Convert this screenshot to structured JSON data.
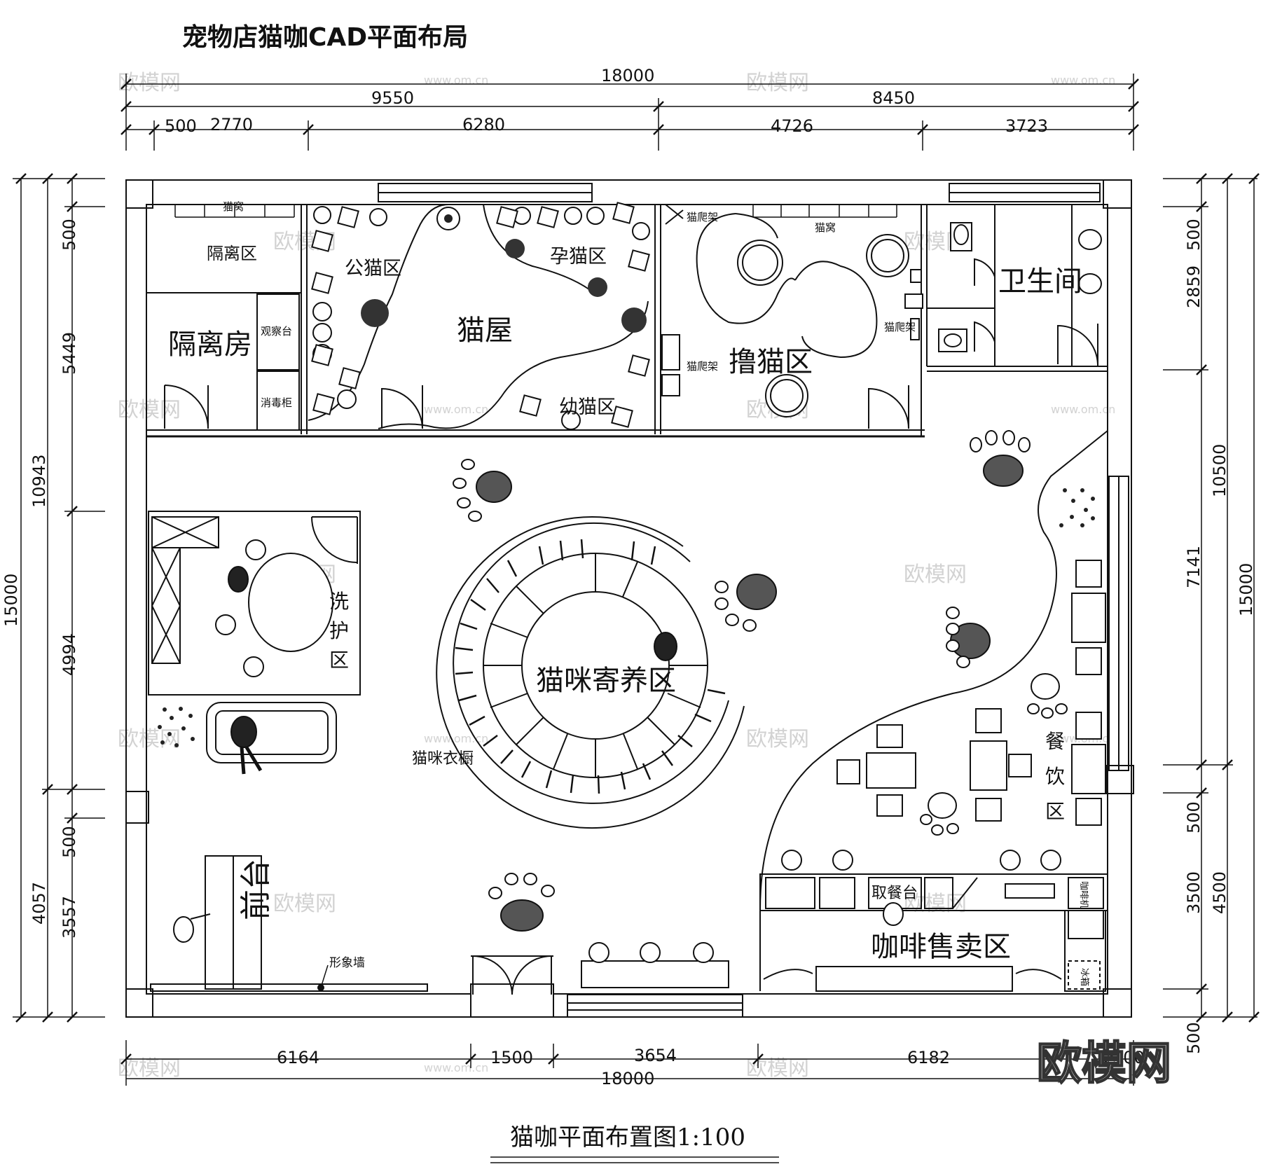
{
  "title": "宠物店猫咖CAD平面布局",
  "caption": "猫咖平面布置图1:100",
  "brand_watermark": "欧模网",
  "site_watermark": "www.om.cn",
  "dims": {
    "top_total": "18000",
    "top_left": "9550",
    "top_right": "8450",
    "top_a": "500",
    "top_b": "2770",
    "top_c": "6280",
    "top_d": "4726",
    "top_e": "3723",
    "bottom_a": "6164",
    "bottom_b": "1500",
    "bottom_c": "3654",
    "bottom_d": "6182",
    "bottom_e": "300",
    "bottom_total": "18000",
    "left_total": "15000",
    "left_upper": "10943",
    "left_lower": "4057",
    "left_a": "500",
    "left_b": "5449",
    "left_c": "4994",
    "left_d": "500",
    "left_e": "3557",
    "right_total": "15000",
    "right_upper": "10500",
    "right_lower": "4500",
    "right_a": "500",
    "right_b": "2859",
    "right_c": "7141",
    "right_d": "500",
    "right_e": "3500",
    "right_f": "500"
  },
  "rooms": {
    "isolation_area": "隔离区",
    "isolation_room": "隔离房",
    "cat_nest_1": "猫窝",
    "observation": "观察台",
    "disinfection": "消毒柜",
    "male_cat": "公猫区",
    "pregnant_cat": "孕猫区",
    "cat_house": "猫屋",
    "kitten": "幼猫区",
    "climb_1": "猫爬架",
    "climb_2": "猫爬架",
    "climb_3": "猫爬架",
    "cat_nest_2": "猫窝",
    "petting": "撸猫区",
    "restroom": "卫生间",
    "grooming": [
      "洗",
      "护",
      "区"
    ],
    "boarding": "猫咪寄养区",
    "wardrobe": "猫咪衣橱",
    "dining": [
      "餐",
      "饮",
      "区"
    ],
    "pickup": "取餐台",
    "coffee_sale": "咖啡售卖区",
    "coffee_machine": "咖啡机",
    "front_desk": "前台",
    "image_wall": "形象墙",
    "fridge": "冰箱"
  }
}
